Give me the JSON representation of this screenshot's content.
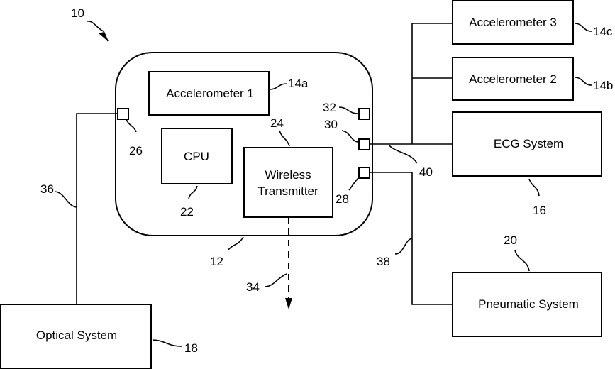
{
  "diagram": {
    "figure_ref": "10",
    "device": {
      "ref": "12"
    },
    "blocks": {
      "accel1": {
        "label": "Accelerometer  1",
        "ref": "14a"
      },
      "cpu": {
        "label": "CPU",
        "ref": "22"
      },
      "wireless": {
        "label_line1": "Wireless",
        "label_line2": "Transmitter",
        "ref": "24"
      },
      "accel3": {
        "label": "Accelerometer  3",
        "ref": "14c"
      },
      "accel2": {
        "label": "Accelerometer  2",
        "ref": "14b"
      },
      "ecg": {
        "label": "ECG  System",
        "ref": "16"
      },
      "pneumatic": {
        "label": "Pneumatic  System",
        "ref": "20"
      },
      "optical": {
        "label": "Optical  System",
        "ref": "18"
      }
    },
    "ports": {
      "p26": "26",
      "p32": "32",
      "p30": "30",
      "p28": "28"
    },
    "connections": {
      "optical_line": "36",
      "accel_bus": "40",
      "pneumatic_line": "38",
      "wireless_signal": "34"
    }
  }
}
